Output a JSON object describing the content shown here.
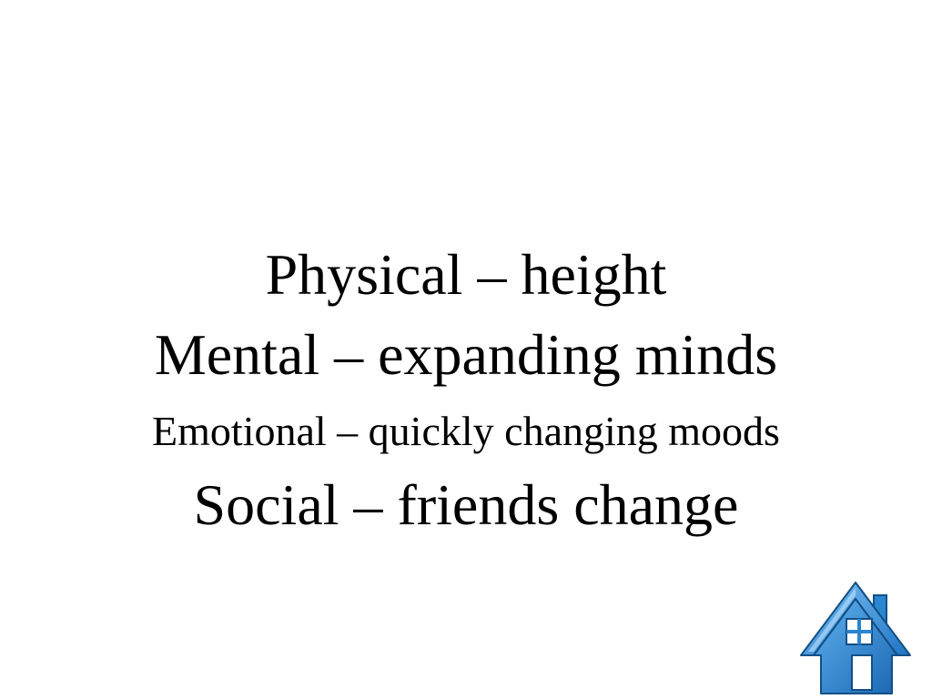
{
  "slide": {
    "lines": [
      "Physical – height",
      "Mental – expanding minds",
      "Emotional – quickly changing moods",
      "Social – friends change"
    ]
  },
  "home_button": {
    "icon": "house-icon"
  },
  "colors": {
    "background": "#ffffff",
    "text": "#000000",
    "icon_blue": "#2f8fd8",
    "icon_dark": "#1a5c9a",
    "icon_window": "#ffffff"
  }
}
